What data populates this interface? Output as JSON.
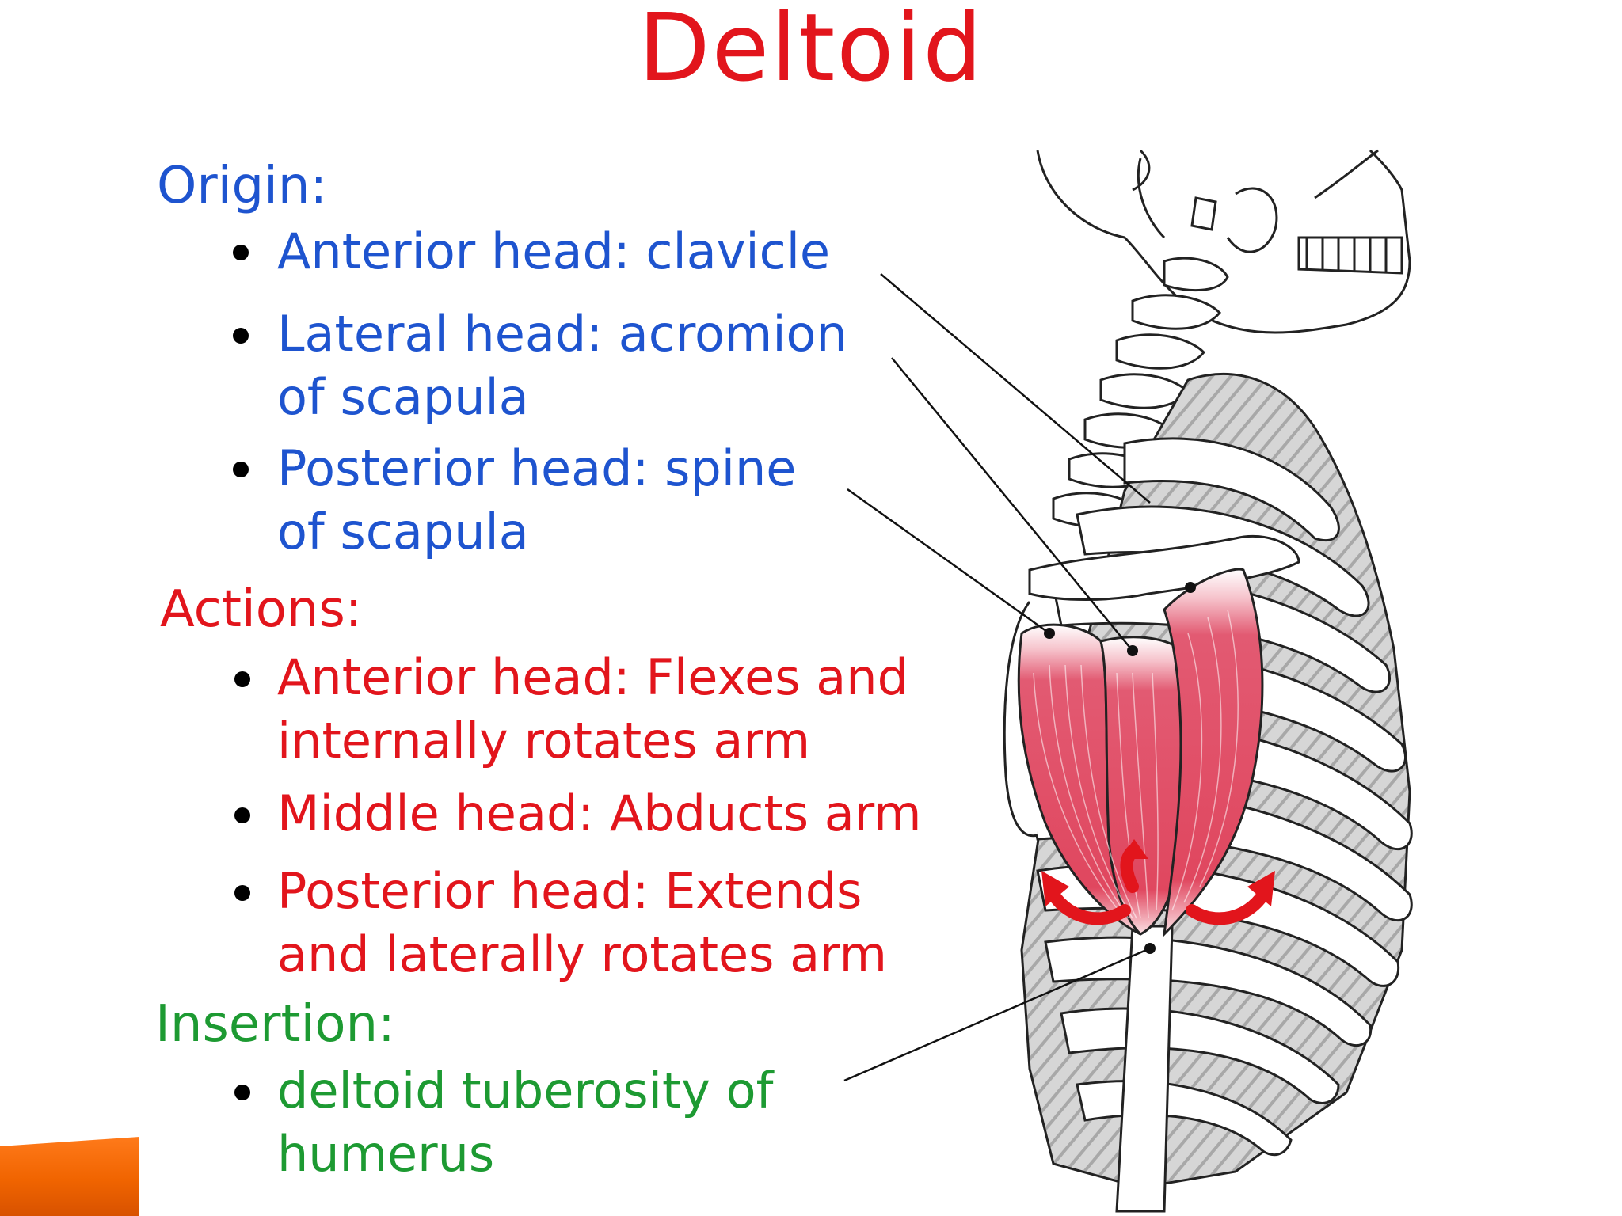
{
  "title": "Deltoid",
  "colors": {
    "origin": "#1e54cf",
    "actions": "#e2151c",
    "insertion": "#1d9a32",
    "muscle": "#e0475f",
    "title": "#e2151c"
  },
  "origin": {
    "heading": "Origin:",
    "items": [
      {
        "lines": [
          "Anterior head: clavicle"
        ]
      },
      {
        "lines": [
          "Lateral head: acromion",
          "of scapula"
        ]
      },
      {
        "lines": [
          "Posterior head: spine",
          "of scapula"
        ]
      }
    ]
  },
  "actions": {
    "heading": "Actions:",
    "items": [
      {
        "lines": [
          "Anterior head: Flexes and",
          "internally rotates arm"
        ]
      },
      {
        "lines": [
          "Middle head: Abducts arm"
        ]
      },
      {
        "lines": [
          "Posterior head: Extends",
          "and laterally rotates arm"
        ]
      }
    ]
  },
  "insertion": {
    "heading": "Insertion:",
    "items": [
      {
        "lines": [
          "deltoid tuberosity of",
          "humerus"
        ]
      }
    ]
  },
  "figure": {
    "icon": "skeleton-shoulder-deltoid-illustration"
  }
}
